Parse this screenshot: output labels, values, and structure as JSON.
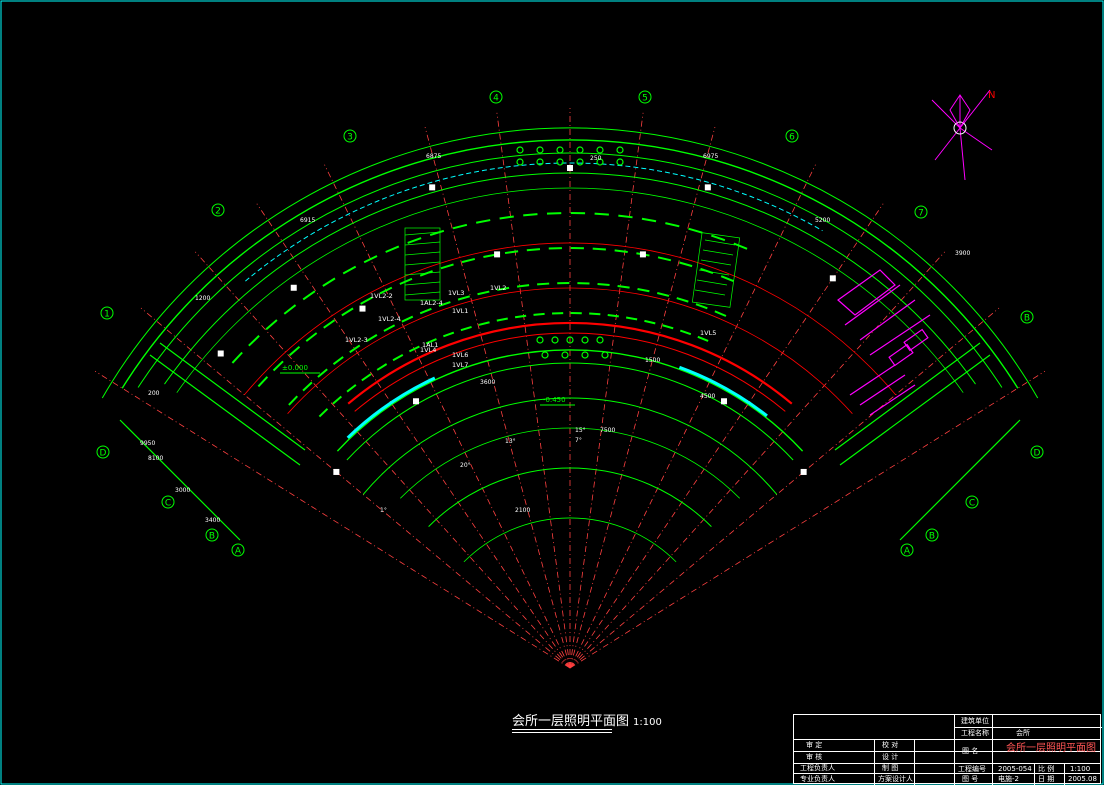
{
  "drawing": {
    "title": "会所一层照明平面图",
    "scale": "1:100"
  },
  "axis_bubbles": [
    "1",
    "2",
    "3",
    "4",
    "5",
    "6",
    "7",
    "A",
    "B",
    "C",
    "D"
  ],
  "circuit_labels": [
    "1VL2-2",
    "1AL2-4",
    "1VL3",
    "1VL2",
    "1VL1",
    "1VL2-4",
    "1VL2-3",
    "1VL4",
    "1VL5",
    "1AL1",
    "1VL6",
    "1VL7"
  ],
  "dimension_labels": [
    "6875",
    "6975",
    "6915",
    "5200",
    "1200",
    "3900",
    "3600",
    "4500",
    "1500",
    "8100",
    "250",
    "200",
    "9950",
    "3000",
    "3400",
    "2100",
    "7500",
    "1°",
    "7°",
    "13°",
    "15°",
    "20°"
  ],
  "elevations": [
    "±0.000",
    "-0.450"
  ],
  "colors": {
    "background": "#000000",
    "wall": "#00ff00",
    "fixture": "#00ff00",
    "circuit": "#ff0000",
    "emergency": "#00ffff",
    "toilet": "#ff00ff",
    "radial": "#ff4040",
    "text": "#ffffff"
  },
  "title_block": {
    "project_label": "建筑单位",
    "project_value": "",
    "engineering_label": "工程名称",
    "engineering_value": "会所",
    "row_approve": "审 定",
    "row_review": "审 核",
    "row_check": "校 对",
    "row_design": "设 计",
    "row_chief": "工程负责人",
    "row_draw": "制 图",
    "row_specialty": "专业负责人",
    "row_scheme": "方案设计人",
    "drawing_label": "图 名",
    "drawing_name": "会所一层照明平面图",
    "project_no_label": "工程编号",
    "project_no": "2005-054",
    "scale_label": "比 例",
    "scale": "1:100",
    "sheet_label": "图 号",
    "sheet": "电施-2",
    "date_label": "日 期",
    "date": "2005.08"
  }
}
